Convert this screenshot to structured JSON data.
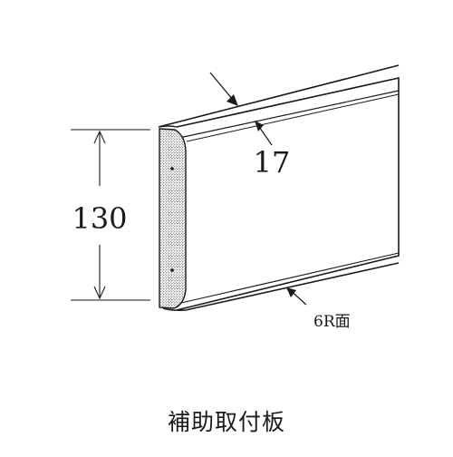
{
  "diagram": {
    "height_label": "130",
    "thickness_label": "17",
    "edge_label": "6R面",
    "caption": "補助取付板"
  }
}
